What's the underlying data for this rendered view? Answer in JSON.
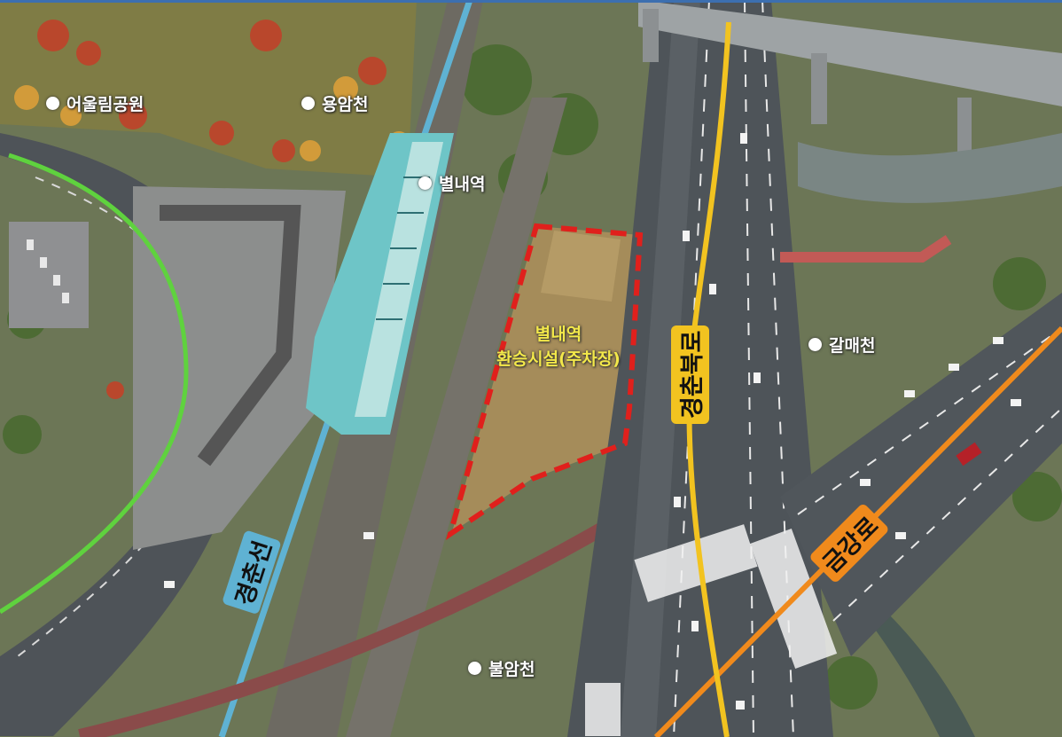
{
  "map": {
    "places": [
      {
        "id": "eoullim-park",
        "label": "어울림공원"
      },
      {
        "id": "yongamcheon",
        "label": "용암천"
      },
      {
        "id": "byeollae-station",
        "label": "별내역"
      },
      {
        "id": "galmaecheon",
        "label": "갈매천"
      },
      {
        "id": "buramcheon",
        "label": "불암천"
      }
    ],
    "site": {
      "line1": "별내역",
      "line2": "환승시설(주차장)"
    },
    "roads": [
      {
        "id": "gyeongchun-line",
        "label": "경춘선",
        "color": "#5fb2d3"
      },
      {
        "id": "gyeongchun-bukro",
        "label": "경춘북로",
        "color": "#f2c320"
      },
      {
        "id": "geumgang-ro",
        "label": "금강로",
        "color": "#f08a1c"
      }
    ],
    "colors": {
      "site_boundary": "#e0201c",
      "green_route": "#5fd23e"
    }
  }
}
